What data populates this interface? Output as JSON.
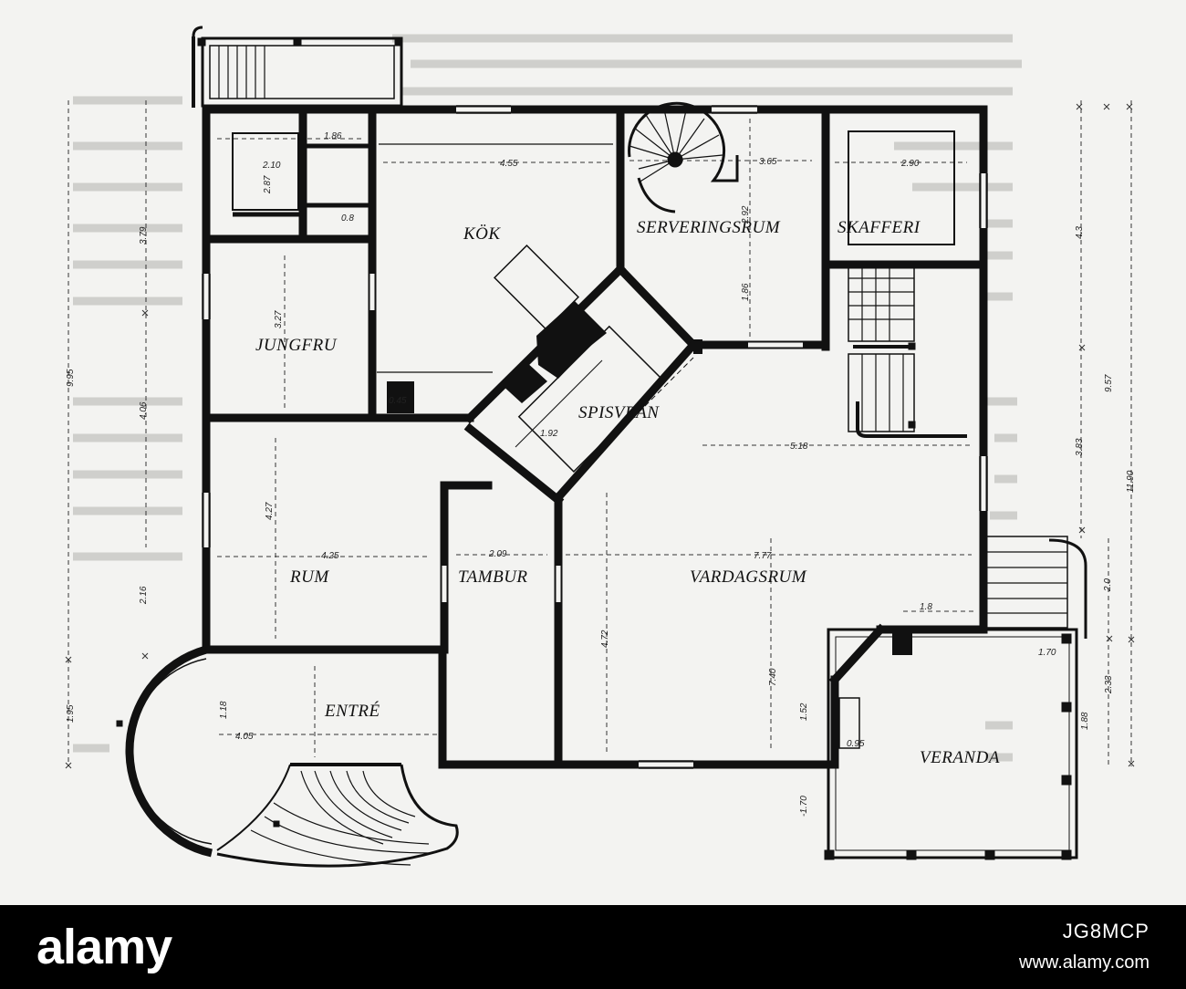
{
  "rooms": {
    "kok": "KÖK",
    "serveringsrum": "SERVERINGSRUM",
    "skafferi": "SKAFFERI",
    "jungfru": "JUNGFRU",
    "spisvran": "SPISVRÅN",
    "rum": "RUM",
    "tambur": "TAMBUR",
    "vardagsrum": "VARDAGSRUM",
    "entre": "ENTRÉ",
    "veranda": "VERANDA"
  },
  "dimensions": {
    "d_1_86_top": "1.86",
    "d_2_10": "2.10",
    "d_2_87": "2.87",
    "d_0_8": "0.8",
    "d_4_55": "4.55",
    "d_3_65": "3.65",
    "d_2_90": "2.90",
    "d_2_92": "2.92",
    "d_1_86_serv": "1.86",
    "d_3_79": "3.79",
    "d_3_27": "3.27",
    "d_9_95": "9.95",
    "d_0_45": "0.45",
    "d_1_92": "1.92",
    "d_4_06": "4.06",
    "d_4_27": "4.27",
    "d_5_18": "5.18",
    "d_9_57": "9.57",
    "d_3_83": "3.83",
    "d_11_90": "11.90",
    "d_4_3": "4.3",
    "d_4_25": "4.25",
    "d_2_16": "2.16",
    "d_2_09": "2.09",
    "d_7_77": "7.77",
    "d_1_8": "1.8",
    "d_2_0": "2.0",
    "d_1_70_right": "1.70",
    "d_7_40": "7.40",
    "d_4_72": "4.72",
    "d_1_52": "1.52",
    "d_1_95": "1.95",
    "d_1_88": "1.88",
    "d_2_33": "2.33",
    "d_0_95": "0.95",
    "d_4_05": "4.05",
    "d_1_70_bottom": "-1.70",
    "d_1_18": "1.18"
  },
  "watermark": {
    "logo": "alamy",
    "image_id": "JG8MCP",
    "site": "www.alamy.com"
  },
  "colors": {
    "ink": "#111111",
    "paper": "#f3f3f1",
    "bar": "#000000"
  }
}
